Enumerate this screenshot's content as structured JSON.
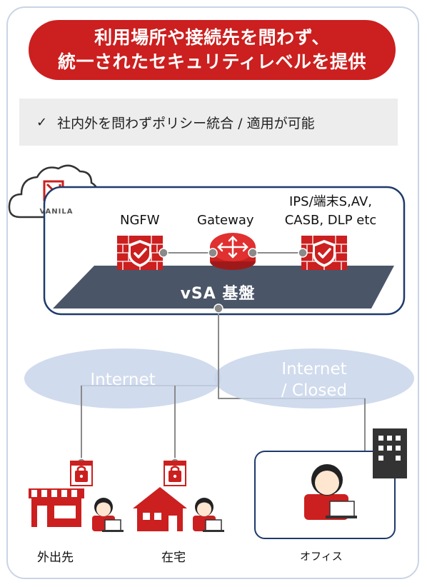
{
  "title": {
    "line1": "利用場所や接続先を問わず、",
    "line2": "統一されたセキュリティレベルを提供"
  },
  "feature": {
    "check_icon": "✓",
    "text": "社内外を問わずポリシー統合 / 適用が可能"
  },
  "logo": {
    "text": "VANILA"
  },
  "platform": {
    "label": "vSA 基盤",
    "components": [
      {
        "label": "NGFW",
        "icon": "firewall-shield-icon"
      },
      {
        "label": "Gateway",
        "icon": "router-icon"
      },
      {
        "label_line1": "IPS/端末S,AV,",
        "label_line2": "CASB, DLP etc",
        "icon": "firewall-shield-icon"
      }
    ]
  },
  "networks": {
    "internet": "Internet",
    "internet_closed_line1": "Internet",
    "internet_closed_line2": "/ Closed"
  },
  "sites": [
    {
      "label": "外出先",
      "icon": "store-icon"
    },
    {
      "label": "在宅",
      "icon": "house-icon"
    },
    {
      "label": "オフィス",
      "icon": "office-worker-icon"
    }
  ],
  "colors": {
    "brand_red": "#cc1f1f",
    "platform_slate": "#4a5568",
    "network_ellipse": "#c8d5ea",
    "line_gray": "#8a8a8a"
  }
}
